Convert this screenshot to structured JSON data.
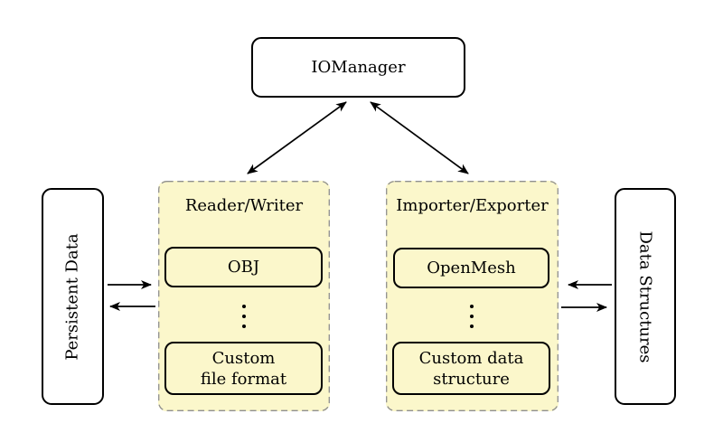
{
  "diagram": {
    "title": "IOManager architecture diagram",
    "colors": {
      "background": "#ffffff",
      "group_fill": "#FBF7CB",
      "group_border_dashed": "#8f8f8f",
      "node_fill": "#ffffff",
      "node_border": "#000000",
      "arrow": "#000000",
      "text": "#000000"
    },
    "nodes": {
      "iomanager": "IOManager",
      "persistent_data": "Persistent Data",
      "data_structures": "Data Structures"
    },
    "reader_writer": {
      "title": "Reader/Writer",
      "first_item": "OBJ",
      "more_icon": "vertical-ellipsis",
      "last_item": "Custom\nfile format"
    },
    "importer_exporter": {
      "title": "Importer/Exporter",
      "first_item": "OpenMesh",
      "more_icon": "vertical-ellipsis",
      "last_item": "Custom data\nstructure"
    },
    "arrows": [
      {
        "name": "iomanager-reader-writer",
        "direction": "bidirectional"
      },
      {
        "name": "iomanager-importer-exporter",
        "direction": "bidirectional"
      },
      {
        "name": "persistent-data-to-reader-writer",
        "direction": "right"
      },
      {
        "name": "reader-writer-to-persistent-data",
        "direction": "left"
      },
      {
        "name": "data-structures-to-importer-exporter",
        "direction": "left"
      },
      {
        "name": "importer-exporter-to-data-structures",
        "direction": "right"
      }
    ]
  }
}
